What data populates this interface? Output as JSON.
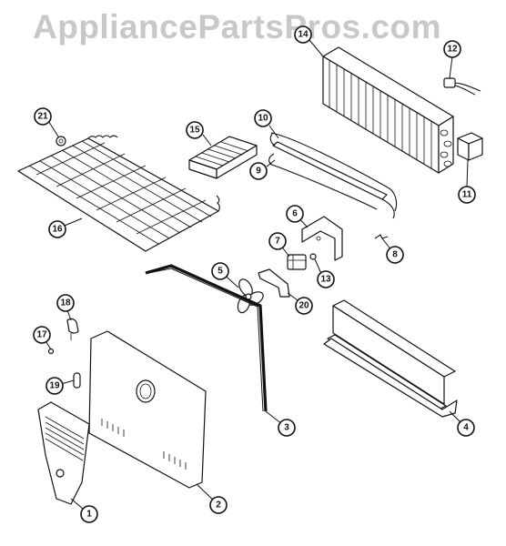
{
  "watermark": "AppliancePartsPros.com",
  "callouts": {
    "c1": "1",
    "c2": "2",
    "c3": "3",
    "c4": "4",
    "c5": "5",
    "c6": "6",
    "c7": "7",
    "c8": "8",
    "c9": "9",
    "c10": "10",
    "c11": "11",
    "c12": "12",
    "c13": "13",
    "c14": "14",
    "c15": "15",
    "c16": "16",
    "c17": "17",
    "c18": "18",
    "c19": "19",
    "c20": "20",
    "c21": "21"
  }
}
